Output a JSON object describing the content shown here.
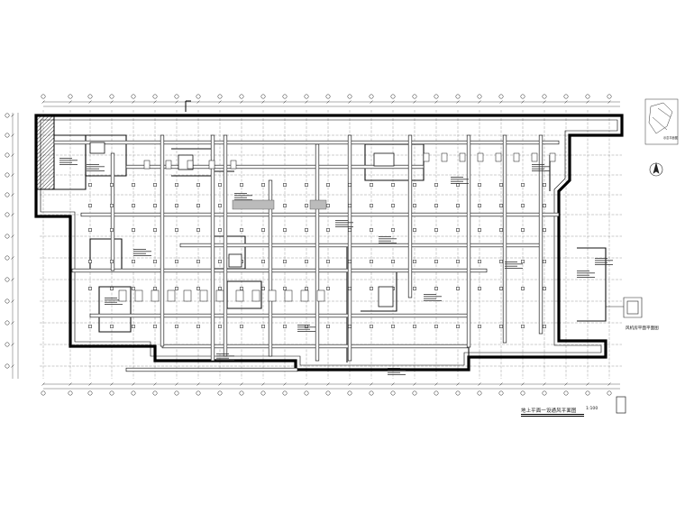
{
  "drawing": {
    "title": "地上平面一设通风平面图",
    "scale": "1:100",
    "side_note": "风机房平面平面图",
    "keyplan_label": "示意平面图"
  },
  "colors": {
    "line": "#1a1a1a",
    "wall": "#000000",
    "paper": "#ffffff"
  }
}
